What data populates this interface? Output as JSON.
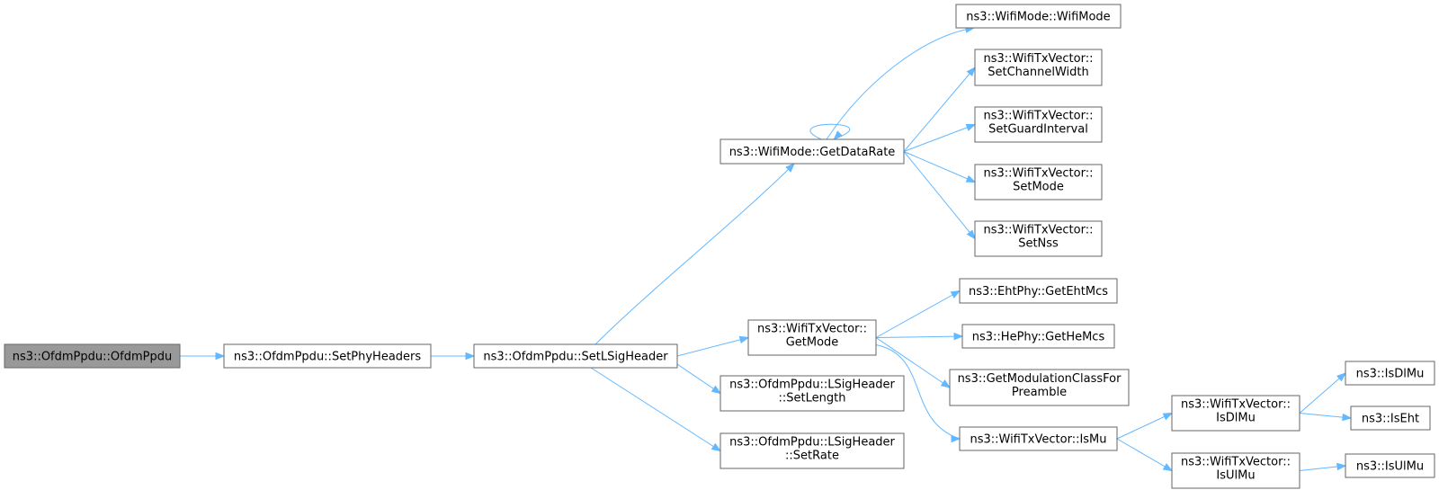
{
  "diagram": {
    "type": "call-graph",
    "colors": {
      "edge": "#63b8ff",
      "node_border": "#666666",
      "root_fill": "#999999",
      "node_fill": "#ffffff"
    },
    "nodes": {
      "ofdm_ctor": {
        "lines": [
          "ns3::OfdmPpdu::OfdmPpdu"
        ],
        "root": true
      },
      "set_phy_headers": {
        "lines": [
          "ns3::OfdmPpdu::SetPhyHeaders"
        ]
      },
      "set_lsig_header": {
        "lines": [
          "ns3::OfdmPpdu::SetLSigHeader"
        ]
      },
      "get_data_rate": {
        "lines": [
          "ns3::WifiMode::GetDataRate"
        ]
      },
      "get_mode": {
        "lines": [
          "ns3::WifiTxVector::",
          "GetMode"
        ]
      },
      "lsig_set_length": {
        "lines": [
          "ns3::OfdmPpdu::LSigHeader",
          "::SetLength"
        ]
      },
      "lsig_set_rate": {
        "lines": [
          "ns3::OfdmPpdu::LSigHeader",
          "::SetRate"
        ]
      },
      "wifimode_ctor": {
        "lines": [
          "ns3::WifiMode::WifiMode"
        ]
      },
      "set_channel_width": {
        "lines": [
          "ns3::WifiTxVector::",
          "SetChannelWidth"
        ]
      },
      "set_guard_interval": {
        "lines": [
          "ns3::WifiTxVector::",
          "SetGuardInterval"
        ]
      },
      "set_mode": {
        "lines": [
          "ns3::WifiTxVector::",
          "SetMode"
        ]
      },
      "set_nss": {
        "lines": [
          "ns3::WifiTxVector::",
          "SetNss"
        ]
      },
      "get_eht_mcs": {
        "lines": [
          "ns3::EhtPhy::GetEhtMcs"
        ]
      },
      "get_he_mcs": {
        "lines": [
          "ns3::HePhy::GetHeMcs"
        ]
      },
      "get_mod_class": {
        "lines": [
          "ns3::GetModulationClassFor",
          "Preamble"
        ]
      },
      "is_mu": {
        "lines": [
          "ns3::WifiTxVector::IsMu"
        ]
      },
      "is_dl_mu_tx": {
        "lines": [
          "ns3::WifiTxVector::",
          "IsDlMu"
        ]
      },
      "is_ul_mu_tx": {
        "lines": [
          "ns3::WifiTxVector::",
          "IsUlMu"
        ]
      },
      "is_dl_mu": {
        "lines": [
          "ns3::IsDlMu"
        ]
      },
      "is_eht": {
        "lines": [
          "ns3::IsEht"
        ]
      },
      "is_ul_mu": {
        "lines": [
          "ns3::IsUlMu"
        ]
      }
    },
    "edges": [
      [
        "ofdm_ctor",
        "set_phy_headers"
      ],
      [
        "set_phy_headers",
        "set_lsig_header"
      ],
      [
        "set_lsig_header",
        "get_data_rate"
      ],
      [
        "set_lsig_header",
        "get_mode"
      ],
      [
        "set_lsig_header",
        "lsig_set_length"
      ],
      [
        "set_lsig_header",
        "lsig_set_rate"
      ],
      [
        "get_data_rate",
        "get_data_rate"
      ],
      [
        "get_data_rate",
        "wifimode_ctor"
      ],
      [
        "get_data_rate",
        "set_channel_width"
      ],
      [
        "get_data_rate",
        "set_guard_interval"
      ],
      [
        "get_data_rate",
        "set_mode"
      ],
      [
        "get_data_rate",
        "set_nss"
      ],
      [
        "get_mode",
        "get_eht_mcs"
      ],
      [
        "get_mode",
        "get_he_mcs"
      ],
      [
        "get_mode",
        "get_mod_class"
      ],
      [
        "get_mode",
        "is_mu"
      ],
      [
        "is_mu",
        "is_dl_mu_tx"
      ],
      [
        "is_mu",
        "is_ul_mu_tx"
      ],
      [
        "is_dl_mu_tx",
        "is_dl_mu"
      ],
      [
        "is_dl_mu_tx",
        "is_eht"
      ],
      [
        "is_ul_mu_tx",
        "is_ul_mu"
      ]
    ]
  }
}
